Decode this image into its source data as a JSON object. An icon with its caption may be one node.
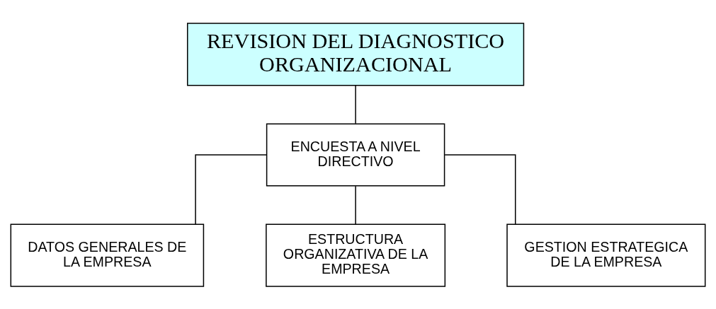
{
  "diagram": {
    "nodes": [
      {
        "text": [
          "REVISION DEL DIAGNOSTICO ORGANIZACIONAL"
        ]
      },
      {
        "text": [
          "ENCUESTA A NIVEL DIRECTIVO"
        ]
      },
      {
        "text": [
          "DATOS GENERALES DE LA EMPRESA"
        ]
      },
      {
        "text": [
          "ESTRUCTURA ORGANIZATIVA DE LA EMPRESA"
        ]
      },
      {
        "text": [
          "GESTION ESTRATEGICA DE LA EMPRESA"
        ]
      }
    ],
    "edges": [
      {
        "from": 0,
        "to": 1,
        "arrow": "none"
      },
      {
        "from": 1,
        "to": 2,
        "arrow": "none"
      },
      {
        "from": 1,
        "to": 3,
        "arrow": "none"
      },
      {
        "from": 1,
        "to": 4,
        "arrow": "none"
      }
    ]
  }
}
